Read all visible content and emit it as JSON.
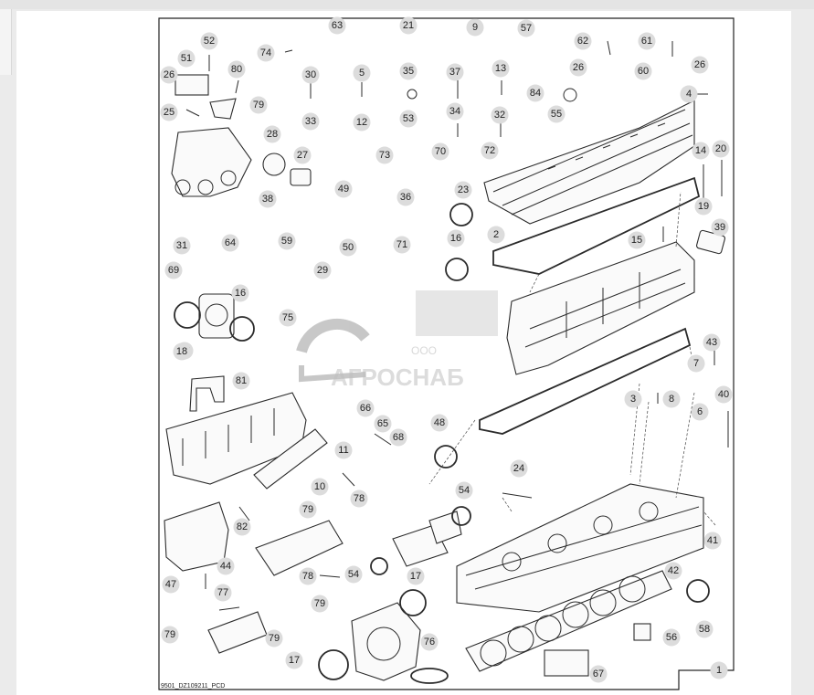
{
  "document_ref": "9501_DZ109211_PCD",
  "watermark": {
    "prefix": "ООО",
    "brand": "АГРОСНАБ"
  },
  "callouts": [
    "63",
    "21",
    "9",
    "57",
    "62",
    "61",
    "52",
    "74",
    "26",
    "80",
    "51",
    "30",
    "5",
    "35",
    "37",
    "13",
    "26",
    "60",
    "26",
    "84",
    "4",
    "79",
    "25",
    "12",
    "53",
    "34",
    "32",
    "55",
    "33",
    "28",
    "27",
    "73",
    "70",
    "72",
    "14",
    "20",
    "38",
    "49",
    "36",
    "23",
    "19",
    "31",
    "64",
    "59",
    "50",
    "71",
    "16",
    "2",
    "15",
    "39",
    "69",
    "29",
    "18",
    "16",
    "75",
    "43",
    "18",
    "81",
    "7",
    "3",
    "8",
    "6",
    "40",
    "65",
    "48",
    "66",
    "68",
    "11",
    "24",
    "54",
    "10",
    "79",
    "78",
    "82",
    "44",
    "47",
    "78",
    "54",
    "17",
    "42",
    "77",
    "79",
    "58",
    "79",
    "56",
    "79",
    "17",
    "76",
    "67",
    "41",
    "1"
  ]
}
